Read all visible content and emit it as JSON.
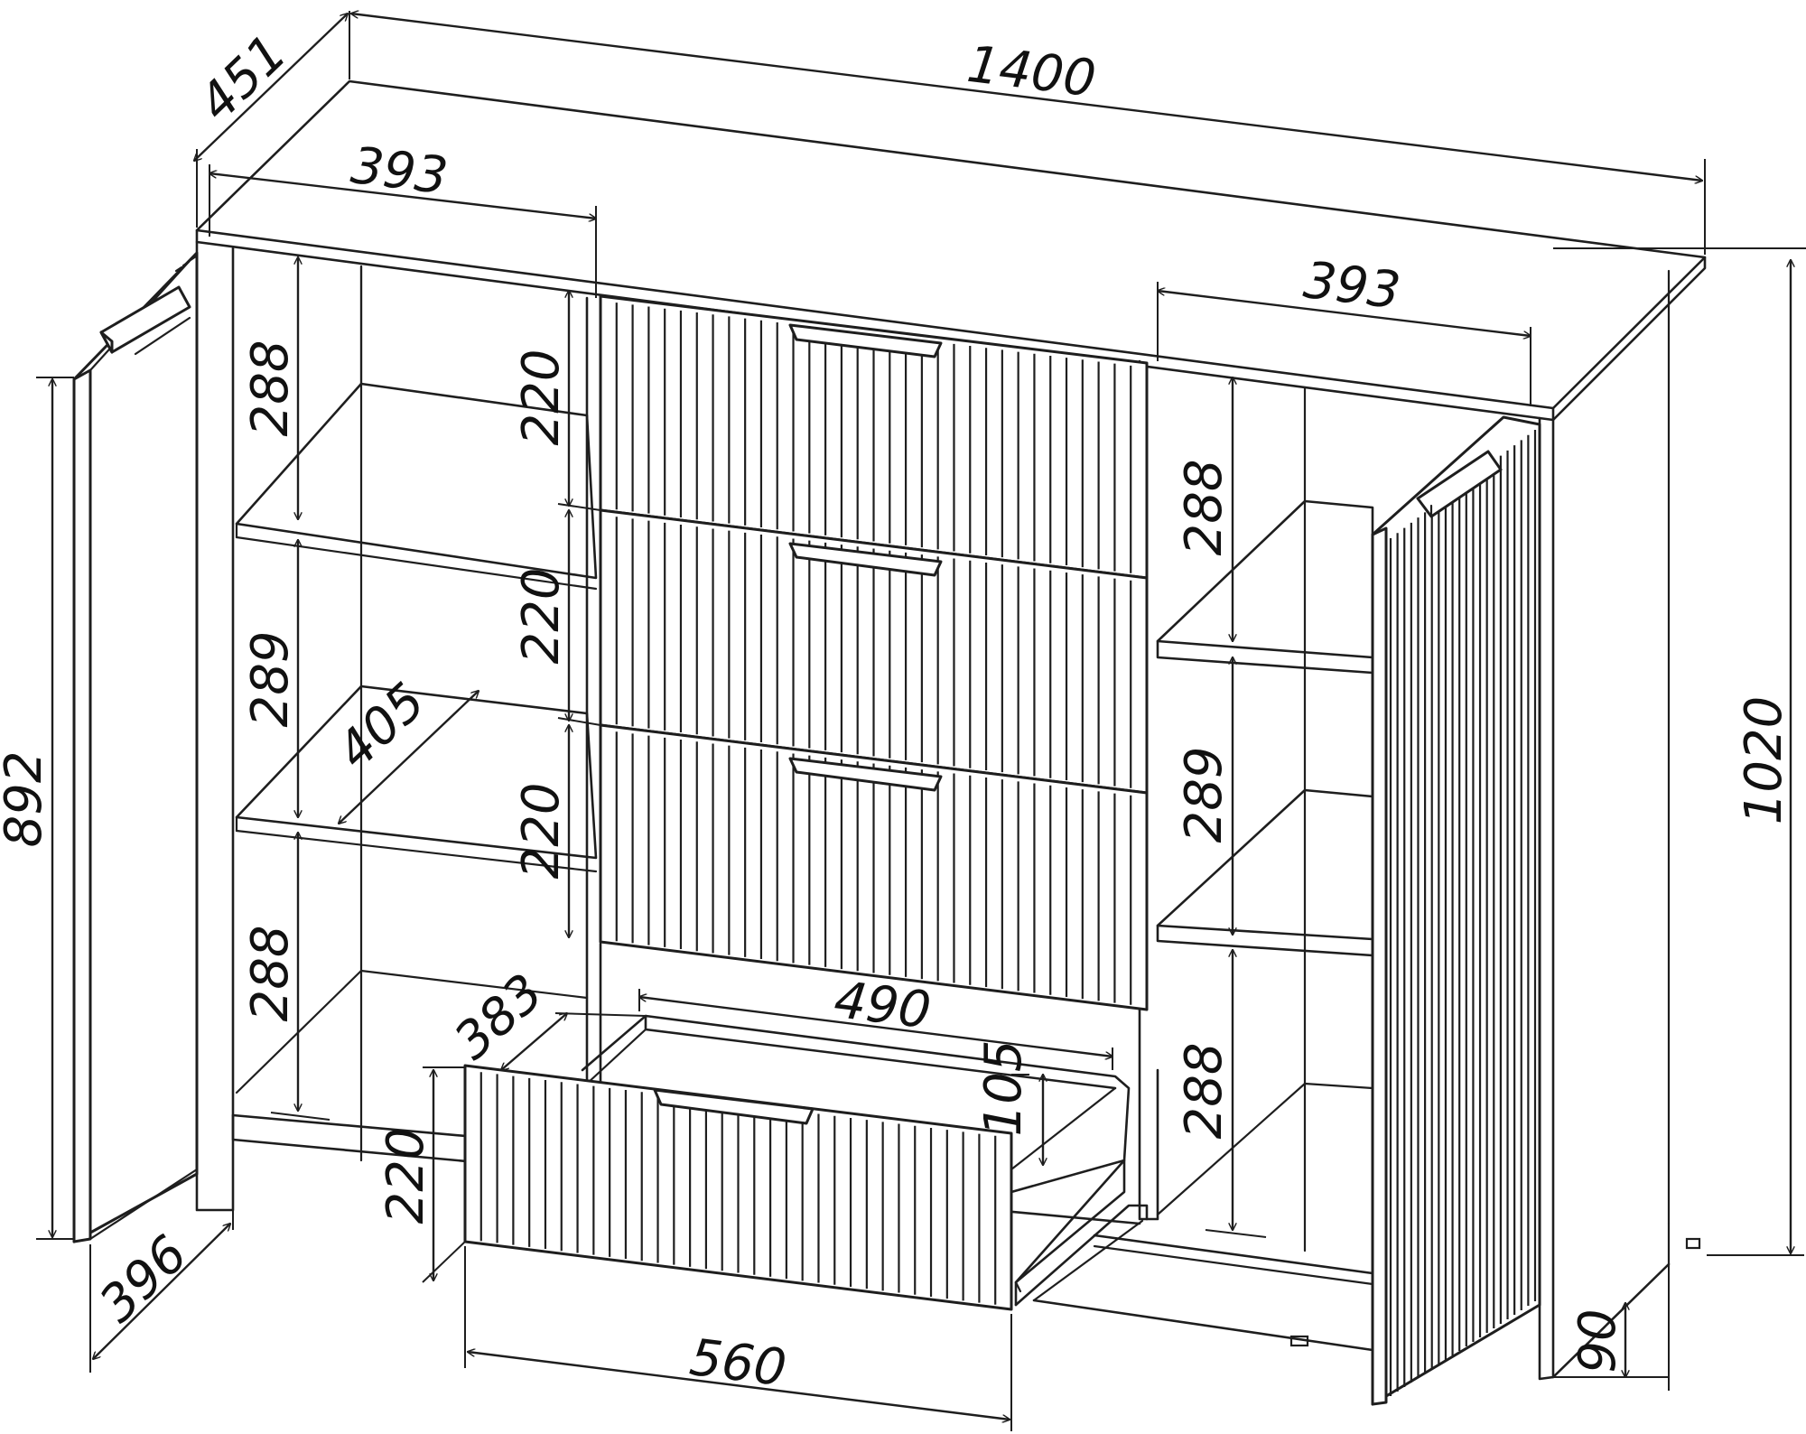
{
  "colors": {
    "stroke": "#1e1e1e",
    "background": "#ffffff"
  },
  "dimensions": {
    "total_width": "1400",
    "depth": "451",
    "left_section_width": "393",
    "right_section_width": "393",
    "total_height": "1020",
    "door_height": "892",
    "door_width": "396",
    "shelf_depth": "405",
    "left_shelf_top": "288",
    "left_shelf_mid": "289",
    "left_shelf_bottom": "288",
    "right_shelf_top": "288",
    "right_shelf_mid": "289",
    "right_shelf_bottom": "288",
    "drawer_1_height": "220",
    "drawer_2_height": "220",
    "drawer_3_height": "220",
    "drawer_4_height": "220",
    "drawer_inner_width": "490",
    "drawer_inner_depth": "383",
    "drawer_side_height": "105",
    "drawer_front_width": "560",
    "leg_height": "90"
  }
}
